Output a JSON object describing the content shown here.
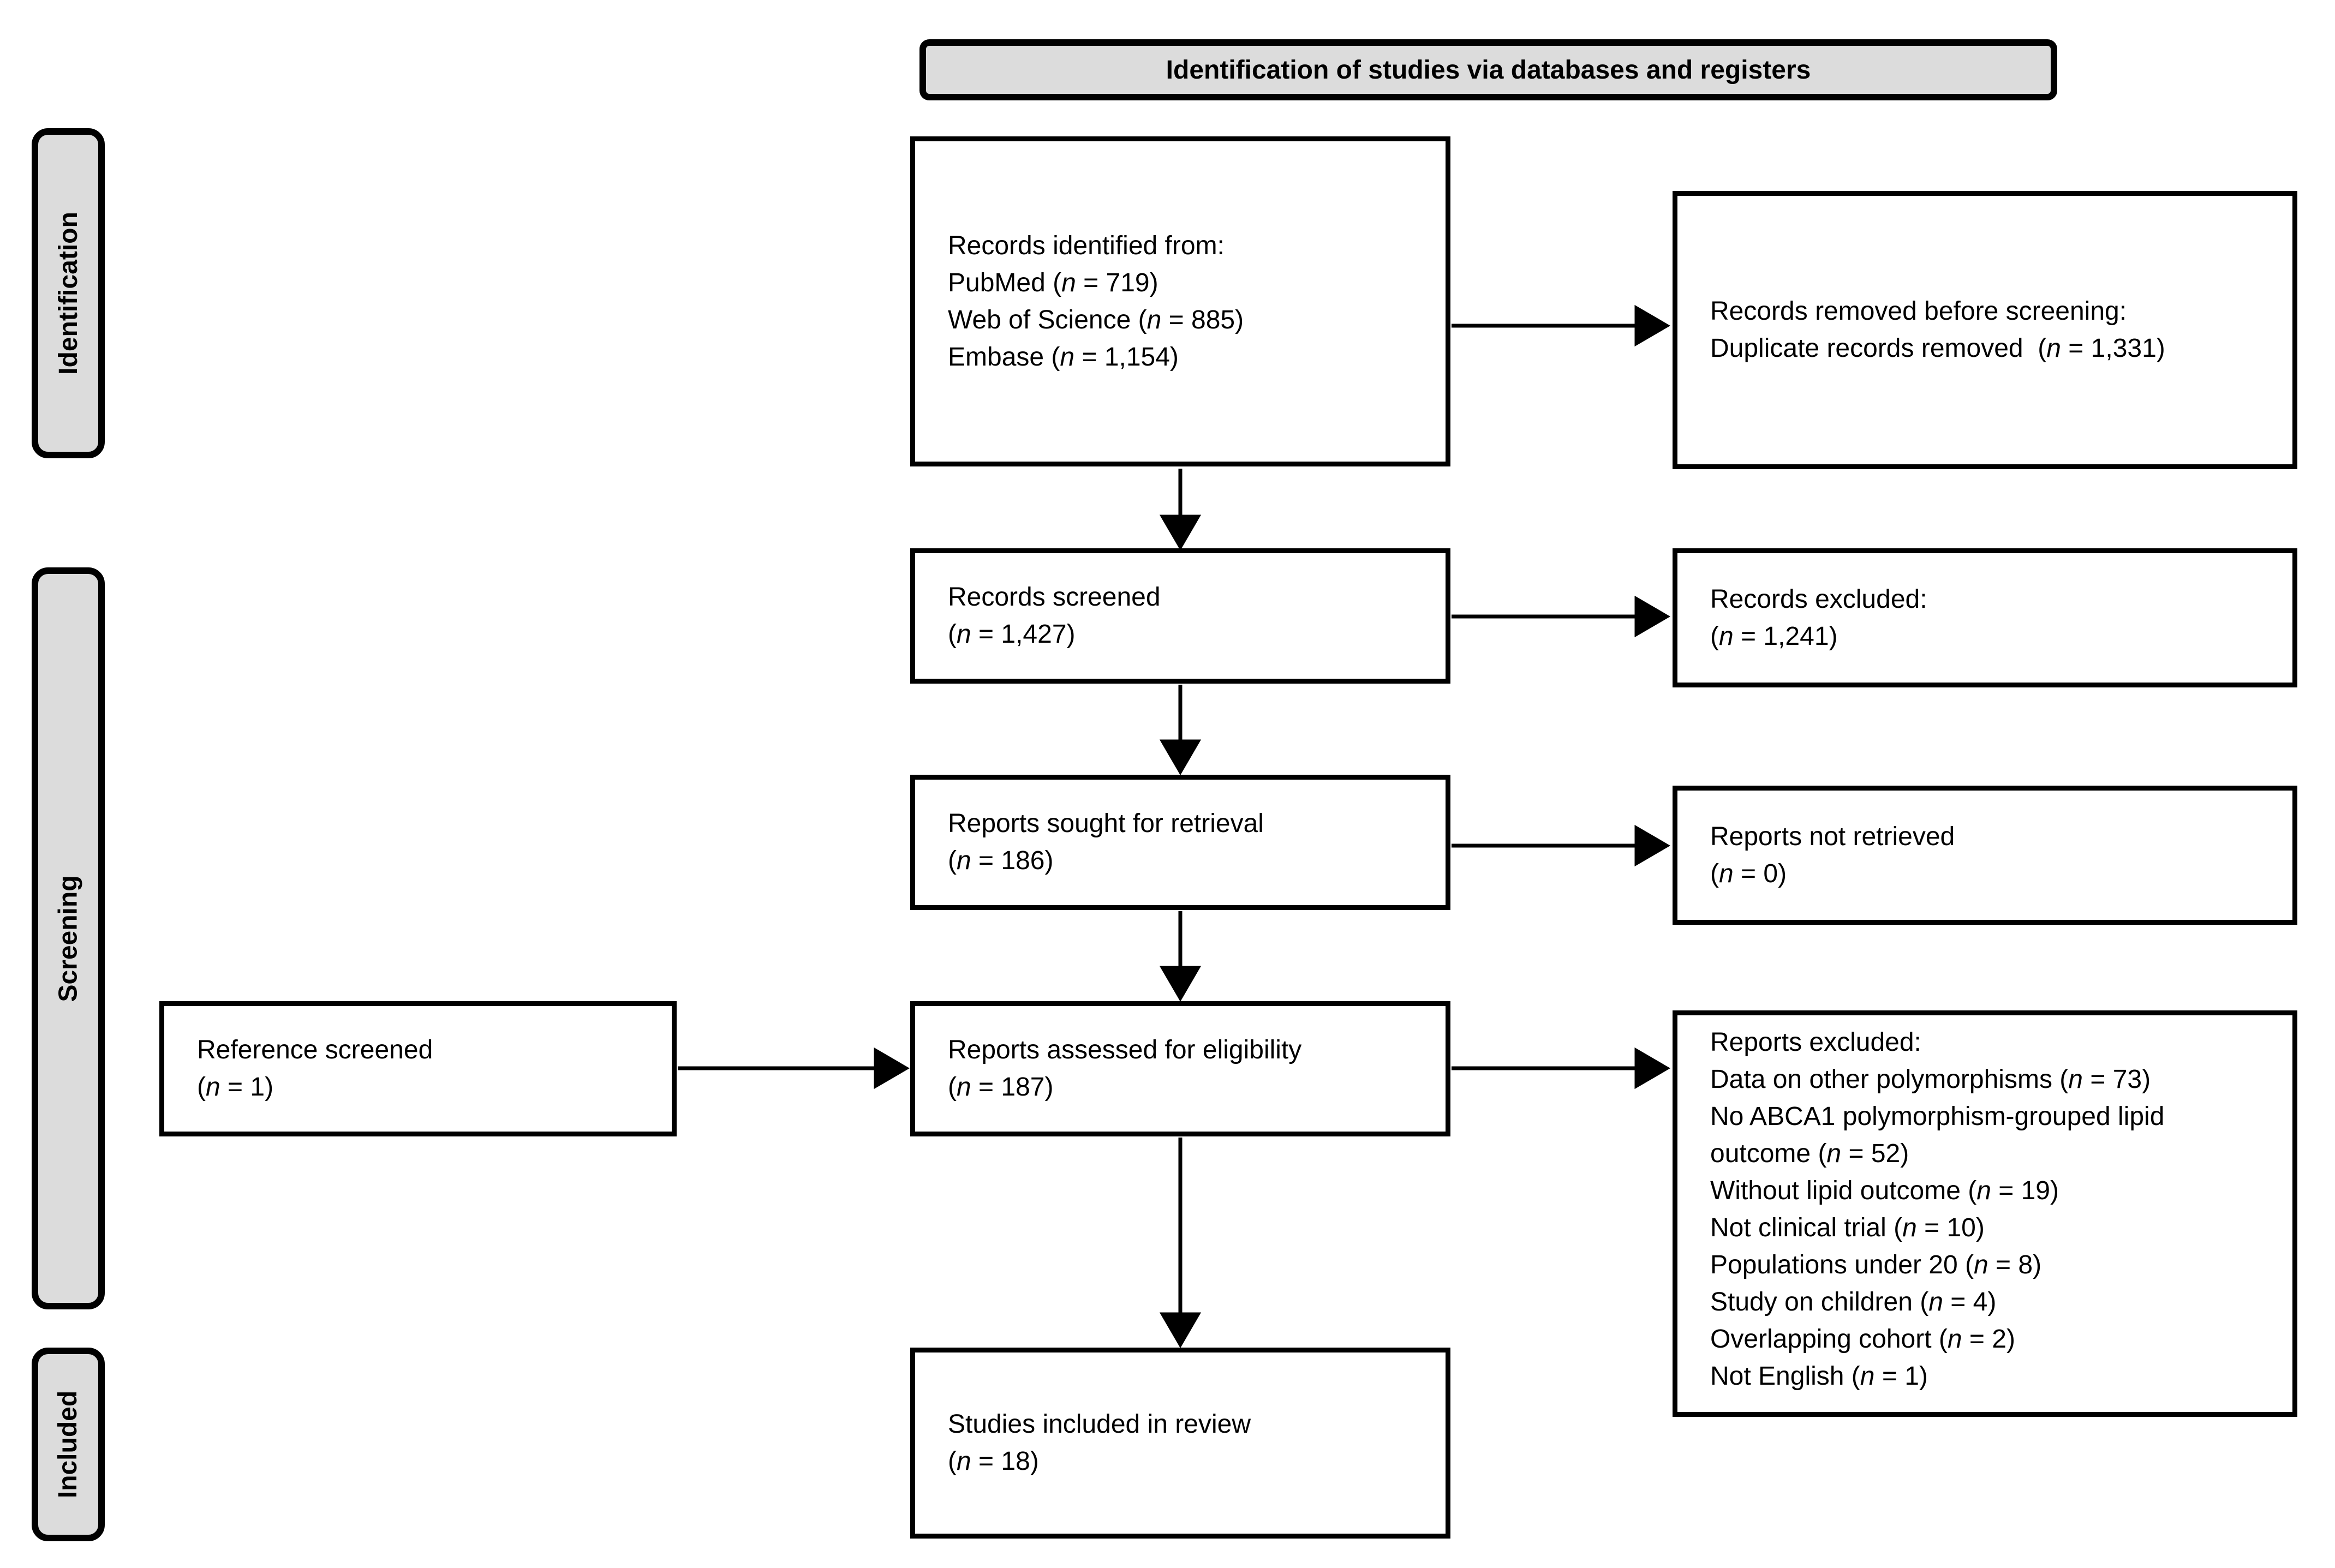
{
  "title": "Identification of studies via databases and registers",
  "stages": {
    "identification": "Identification",
    "screening": "Screening",
    "included": "Included"
  },
  "boxes": {
    "records_identified": {
      "lines": [
        "Records identified from:",
        "PubMed (n = 719)",
        "Web of Science (n = 885)",
        "Embase (n = 1,154)"
      ]
    },
    "records_removed": {
      "lines": [
        "Records removed before screening:",
        "Duplicate records removed  (n = 1,331)"
      ]
    },
    "records_screened": {
      "lines": [
        "Records screened",
        "(n = 1,427)"
      ]
    },
    "records_excluded": {
      "lines": [
        "Records excluded:",
        "(n = 1,241)"
      ]
    },
    "reports_sought": {
      "lines": [
        "Reports sought for retrieval",
        "(n = 186)"
      ]
    },
    "reports_not_retrieved": {
      "lines": [
        "Reports not retrieved",
        "(n = 0)"
      ]
    },
    "reference_screened": {
      "lines": [
        "Reference screened",
        "(n = 1)"
      ]
    },
    "reports_assessed": {
      "lines": [
        "Reports assessed for eligibility",
        "(n = 187)"
      ]
    },
    "reports_excluded": {
      "lines": [
        "Reports excluded:",
        "Data on other polymorphisms (n = 73)",
        "No ABCA1 polymorphism-grouped lipid outcome (n = 52)",
        "Without lipid outcome (n = 19)",
        "Not clinical trial (n = 10)",
        "Populations under 20 (n = 8)",
        "Study on children (n = 4)",
        "Overlapping cohort (n = 2)",
        "Not English (n = 1)"
      ]
    },
    "studies_included": {
      "lines": [
        "Studies included in review",
        "(n = 18)"
      ]
    }
  },
  "colors": {
    "stage_fill": "#dcdcdc",
    "box_border": "#000000",
    "background": "#ffffff",
    "text": "#000000"
  }
}
